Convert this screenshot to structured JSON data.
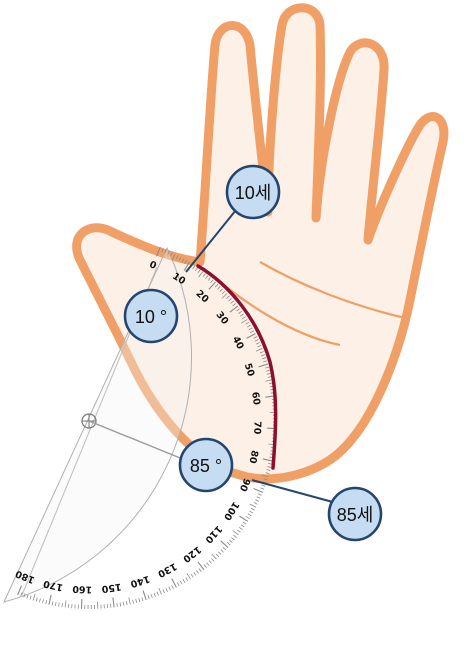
{
  "protractor": {
    "tick_labels": [
      "0",
      "10",
      "20",
      "30",
      "40",
      "50",
      "60",
      "70",
      "80",
      "90",
      "100",
      "110",
      "120",
      "130",
      "140",
      "150",
      "160",
      "170",
      "180"
    ]
  },
  "callouts": {
    "age_start": "10세",
    "angle_start": "10 °",
    "angle_end": "85 °",
    "age_end": "85세"
  },
  "colors": {
    "palm_fill": "#fdf0e6",
    "palm_outline": "#f0a066",
    "life_line": "#8b0f2e",
    "bubble_fill": "#c5dcf2",
    "bubble_stroke": "#23456e"
  }
}
